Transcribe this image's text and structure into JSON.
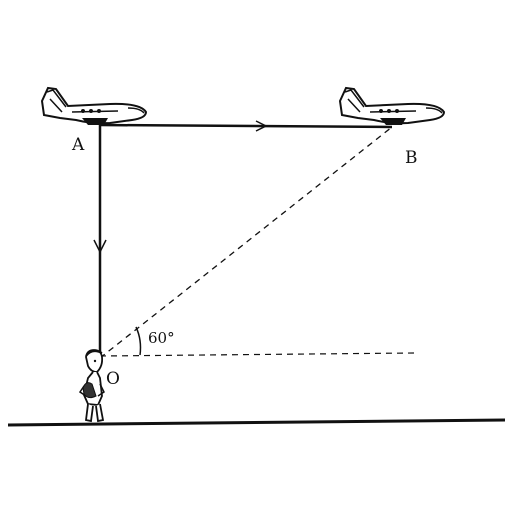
{
  "diagram": {
    "points": {
      "A": "A",
      "B": "B",
      "O": "O"
    },
    "angle_label": "60°",
    "colors": {
      "ink": "#111111",
      "background": "#ffffff"
    },
    "icons": [
      "airplane-icon",
      "airplane-icon",
      "person-figure"
    ]
  }
}
